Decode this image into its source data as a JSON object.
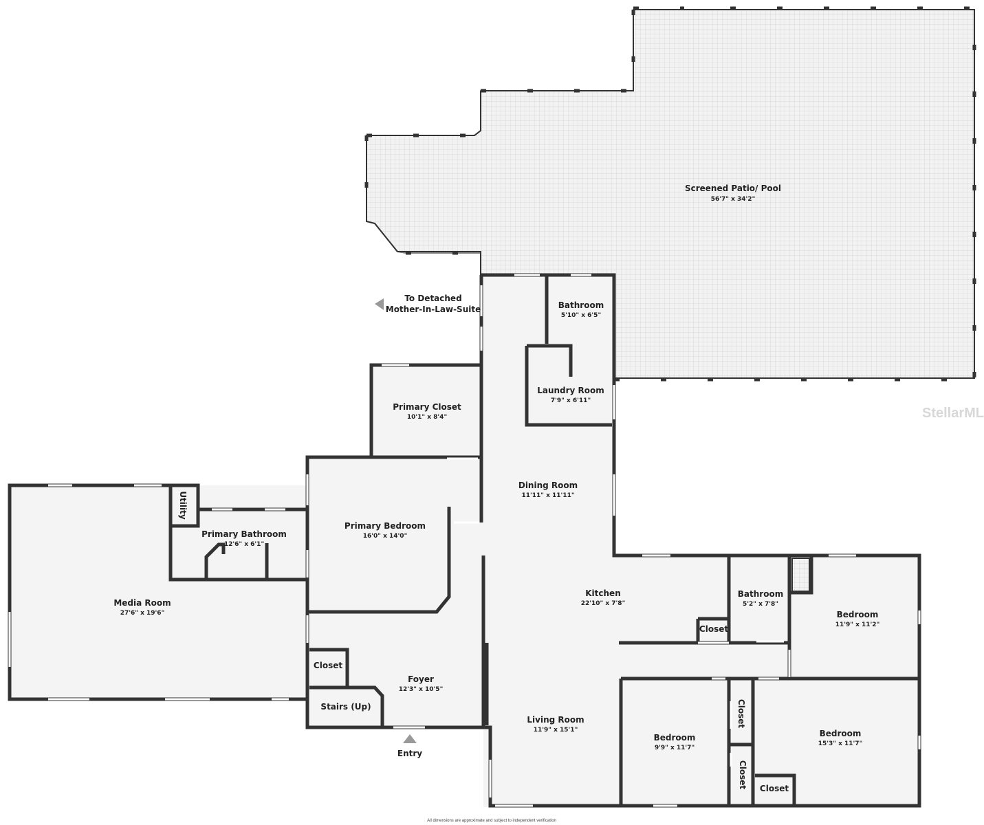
{
  "rooms": {
    "patio": {
      "name": "Screened Patio/ Pool",
      "dims": "56'7\" x 34'2\""
    },
    "bath_top": {
      "name": "Bathroom",
      "dims": "5'10\" x 6'5\""
    },
    "laundry": {
      "name": "Laundry Room",
      "dims": "7'9\" x 6'11\""
    },
    "primary_closet": {
      "name": "Primary Closet",
      "dims": "10'1\" x 8'4\""
    },
    "dining": {
      "name": "Dining Room",
      "dims": "11'11\" x 11'11\""
    },
    "primary_bedroom": {
      "name": "Primary Bedroom",
      "dims": "16'0\" x 14'0\""
    },
    "primary_bath": {
      "name": "Primary Bathroom",
      "dims": "12'6\" x 6'1\""
    },
    "utility": {
      "name": "Utility"
    },
    "media": {
      "name": "Media Room",
      "dims": "27'6\" x 19'6\""
    },
    "kitchen": {
      "name": "Kitchen",
      "dims": "22'10\" x 7'8\""
    },
    "bath_right": {
      "name": "Bathroom",
      "dims": "5'2\" x 7'8\""
    },
    "bedroom1": {
      "name": "Bedroom",
      "dims": "11'9\" x 11'2\""
    },
    "closet_k": {
      "name": "Closet"
    },
    "foyer": {
      "name": "Foyer",
      "dims": "12'3\" x 10'5\""
    },
    "closet_f": {
      "name": "Closet"
    },
    "stairs": {
      "name": "Stairs (Up)"
    },
    "living": {
      "name": "Living Room",
      "dims": "11'9\" x 15'1\""
    },
    "bedroom2": {
      "name": "Bedroom",
      "dims": "9'9\" x 11'7\""
    },
    "closet_v1": {
      "name": "Closet"
    },
    "closet_v2": {
      "name": "Closet"
    },
    "bedroom3": {
      "name": "Bedroom",
      "dims": "15'3\" x 11'7\""
    },
    "closet_b3": {
      "name": "Closet"
    }
  },
  "labels": {
    "detached_1": "To Detached",
    "detached_2": "Mother-In-Law-Suite",
    "entry": "Entry"
  },
  "watermark": "StellarMLS",
  "disclaimer": "All dimensions are approximate and subject to independent verification"
}
